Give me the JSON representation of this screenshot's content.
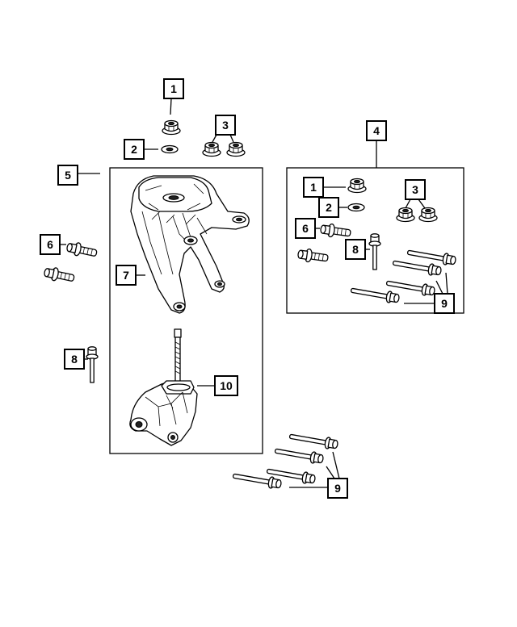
{
  "callouts": {
    "c1_top": "1",
    "c2_top": "2",
    "c3_top": "3",
    "c4": "4",
    "c5": "5",
    "c6_left": "6",
    "c7": "7",
    "c8_left": "8",
    "c10": "10",
    "c1_kit": "1",
    "c2_kit": "2",
    "c3_kit": "3",
    "c6_kit": "6",
    "c8_kit": "8",
    "c9_kit": "9",
    "c9_bottom": "9"
  }
}
